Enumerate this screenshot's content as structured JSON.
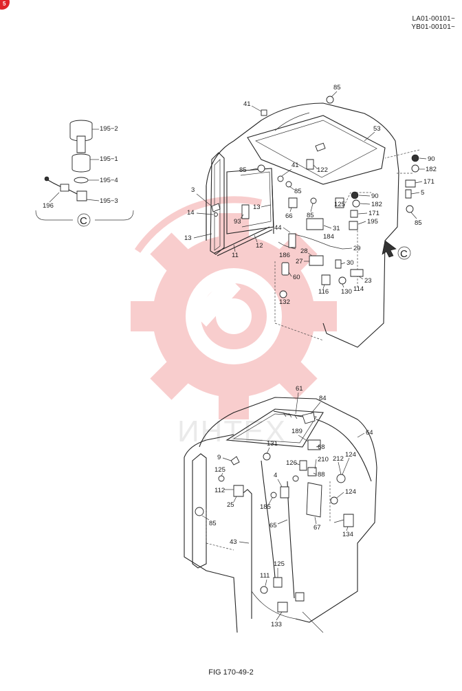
{
  "header": {
    "serial_1": "LA01-00101~",
    "serial_2": "YB01-00101~"
  },
  "footer": {
    "figure_number": "FIG 170-49-2"
  },
  "watermark": {
    "text": "ИНТЕХ",
    "color": "#f08a8a"
  },
  "detail": {
    "view_marker": "C"
  },
  "callouts": [
    "85",
    "41",
    "53",
    "90",
    "182",
    "171",
    "5",
    "85",
    "122",
    "85",
    "41",
    "85",
    "90",
    "182",
    "125",
    "171",
    "195",
    "31",
    "184",
    "29",
    "30",
    "23",
    "114",
    "130",
    "116",
    "27",
    "28",
    "186",
    "60",
    "132",
    "44",
    "66",
    "85",
    "13",
    "93",
    "3",
    "14",
    "13",
    "12",
    "11",
    "195-2",
    "195-1",
    "195-4",
    "196",
    "195-3",
    "61",
    "84",
    "64",
    "189",
    "131",
    "68",
    "9",
    "126",
    "210",
    "212",
    "124",
    "125",
    "88",
    "4",
    "112",
    "25",
    "124",
    "185",
    "67",
    "85",
    "65",
    "43",
    "134",
    "125",
    "111",
    "133"
  ]
}
